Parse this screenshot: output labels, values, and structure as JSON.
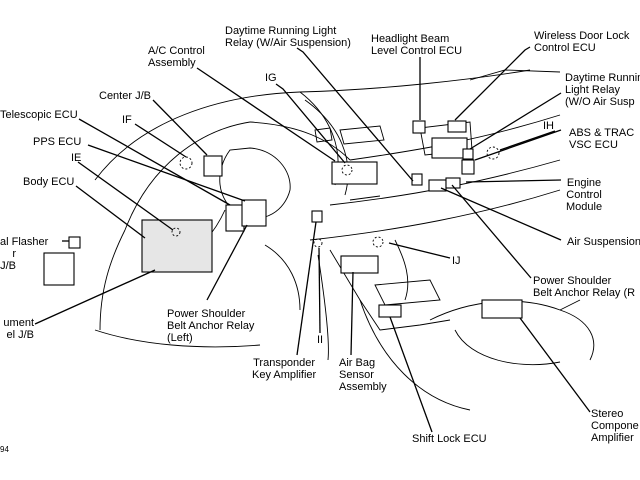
{
  "labels": {
    "drl_wair": [
      "Daytime Running Light",
      "Relay (W/Air Suspension)"
    ],
    "headlight_beam": [
      "Headlight Beam",
      "Level Control ECU"
    ],
    "wireless_door": [
      "Wireless Door Lock",
      "Control ECU"
    ],
    "ac_control": [
      "A/C Control",
      "Assembly"
    ],
    "drl_woair": [
      "Daytime Running",
      "Light Relay",
      "(W/O Air Susp"
    ],
    "ig": "IG",
    "center_jb": "Center J/B",
    "telescopic_ecu": "Telescopic ECU",
    "if": "IF",
    "ih": "IH",
    "abs_trac": [
      "ABS & TRAC",
      "VSC ECU"
    ],
    "pps_ecu": "PPS ECU",
    "ie": "IE",
    "engine_control": [
      "Engine",
      "Control",
      "Module"
    ],
    "body_ecu": "Body ECU",
    "flasher": "al Flasher",
    "air_suspension": "Air Suspension",
    "left_jb": [
      "r",
      "J/B"
    ],
    "ij": "IJ",
    "psbar_right": [
      "Power Shoulder",
      "Belt Anchor Relay (R"
    ],
    "instrument_jb": [
      "ument",
      "el J/B"
    ],
    "psbar_left": [
      "Power Shoulder",
      "Belt Anchor Relay",
      "(Left)"
    ],
    "ii": "II",
    "transponder": [
      "Transponder",
      "Key Amplifier"
    ],
    "airbag": [
      "Air Bag",
      "Sensor",
      "Assembly"
    ],
    "stereo": [
      "Stereo",
      "Compone",
      "Amplifier"
    ],
    "shift_lock": "Shift Lock ECU",
    "fig_number": "94"
  },
  "colors": {
    "line": "#000000",
    "background": "#ffffff"
  }
}
